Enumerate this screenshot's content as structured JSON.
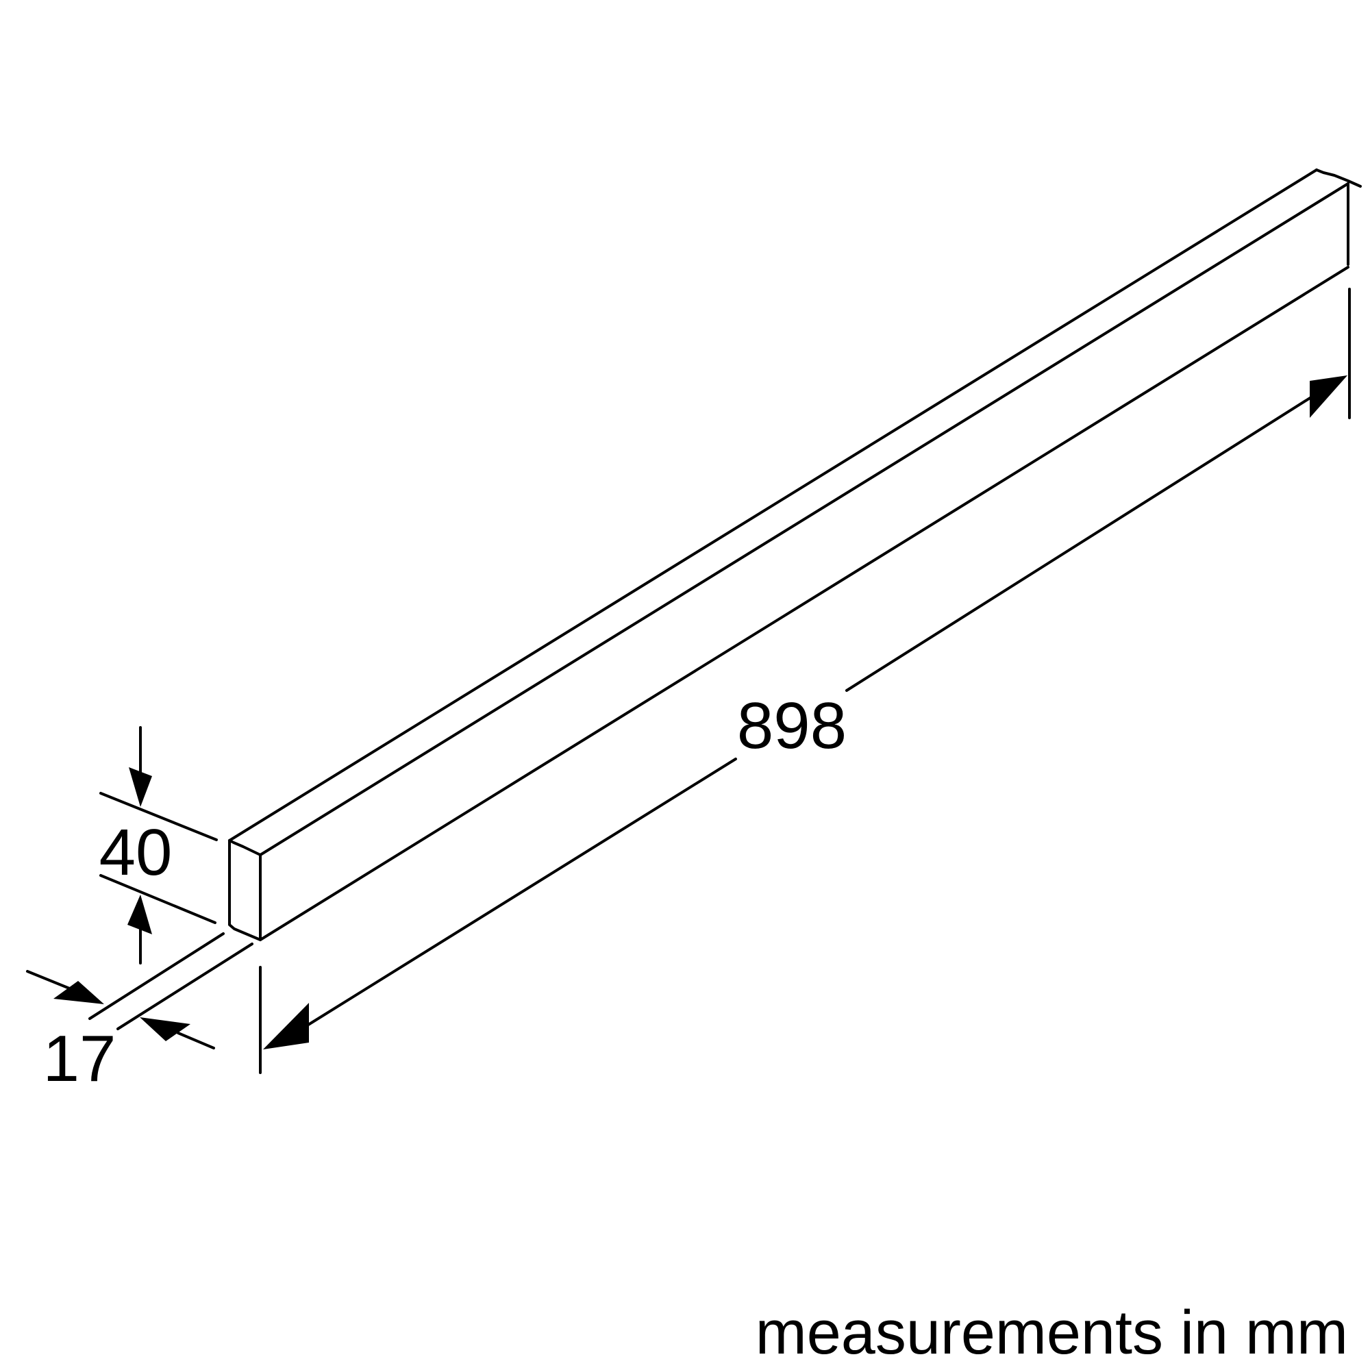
{
  "diagram": {
    "dimensions": {
      "length": "898",
      "height": "40",
      "depth": "17"
    },
    "note": "measurements in mm",
    "stroke_color": "#000000",
    "background_color": "#ffffff"
  }
}
